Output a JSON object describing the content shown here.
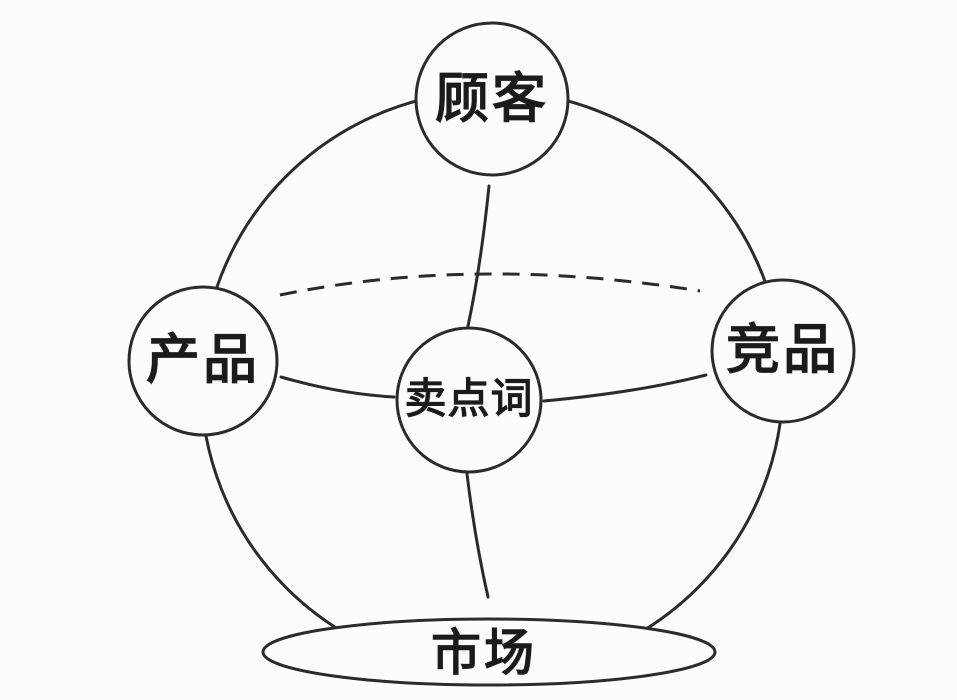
{
  "diagram": {
    "type": "concept-sphere-diagram",
    "nodes": {
      "customer": {
        "label": "顾客",
        "shape": "circle",
        "position": "top"
      },
      "product": {
        "label": "产品",
        "shape": "circle",
        "position": "left"
      },
      "competitor": {
        "label": "竞品",
        "shape": "circle",
        "position": "right"
      },
      "selling_point": {
        "label": "卖点词",
        "shape": "circle",
        "position": "center"
      },
      "market": {
        "label": "市场",
        "shape": "ellipse",
        "position": "bottom"
      }
    },
    "connections": [
      "customer-selling_point",
      "product-selling_point",
      "selling_point-competitor",
      "selling_point-market"
    ],
    "colors": {
      "background": "#fcfcfc",
      "stroke": "#2b2b2b",
      "text": "#1b1b1b"
    }
  }
}
